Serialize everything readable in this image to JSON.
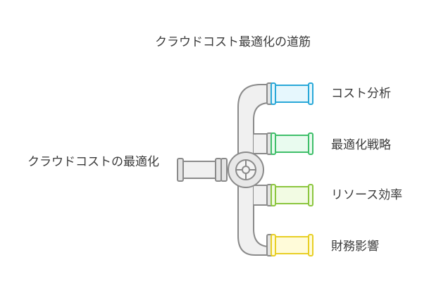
{
  "title": "クラウドコスト最適化の道筋",
  "source_label": "クラウドコストの最適化",
  "branches": [
    {
      "label": "コスト分析",
      "stroke": "#29a8d8",
      "fill": "#e6f7fd"
    },
    {
      "label": "最適化戦略",
      "stroke": "#3fbf6a",
      "fill": "#e9fbef"
    },
    {
      "label": "リソース効率",
      "stroke": "#8cc63f",
      "fill": "#f2fbe3"
    },
    {
      "label": "財務影響",
      "stroke": "#e8cf25",
      "fill": "#fffbd9"
    }
  ],
  "colors": {
    "pipe_stroke": "#8a8a8a",
    "pipe_fill": "#f0f0f0",
    "pipe_shade": "#dcdcdc"
  }
}
